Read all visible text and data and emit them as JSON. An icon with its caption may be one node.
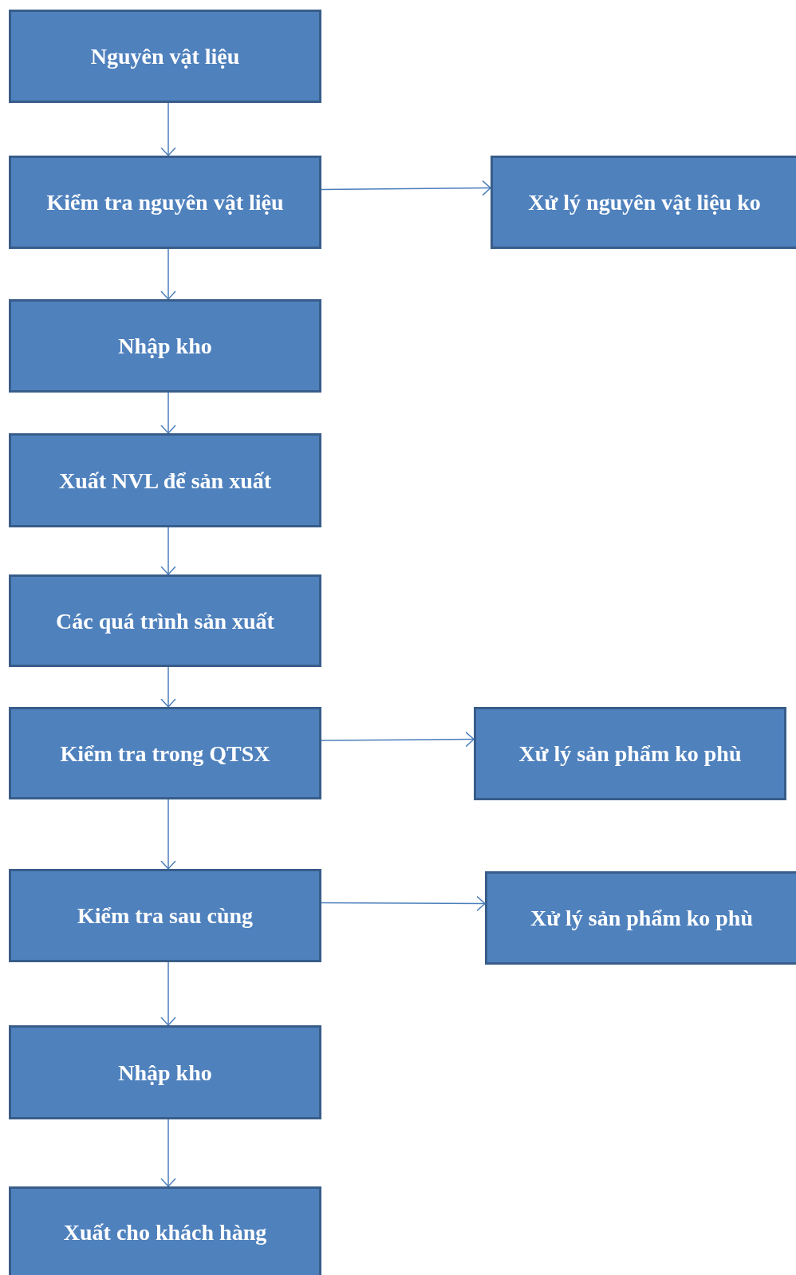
{
  "diagram": {
    "nodes": [
      {
        "text": [
          "Nguyên vật liệu"
        ]
      },
      {
        "text": [
          "Kiểm tra nguyên vật liệu"
        ]
      },
      {
        "text": [
          "Xử lý nguyên vật liệu ko"
        ]
      },
      {
        "text": [
          "Nhập kho"
        ]
      },
      {
        "text": [
          "Xuất NVL để sản xuất"
        ]
      },
      {
        "text": [
          "Các quá trình sản xuất"
        ]
      },
      {
        "text": [
          "Kiểm tra trong QTSX"
        ]
      },
      {
        "text": [
          "Xử lý sản phẩm ko phù"
        ]
      },
      {
        "text": [
          "Kiểm tra sau cùng"
        ]
      },
      {
        "text": [
          "Xử lý sản phẩm ko phù"
        ]
      },
      {
        "text": [
          "Nhập kho"
        ]
      },
      {
        "text": [
          "Xuất cho khách hàng"
        ]
      }
    ],
    "edges": [
      {
        "from": 0,
        "to": 1,
        "arrow": "to"
      },
      {
        "from": 1,
        "to": 2,
        "arrow": "to"
      },
      {
        "from": 1,
        "to": 3,
        "arrow": "to"
      },
      {
        "from": 3,
        "to": 4,
        "arrow": "to"
      },
      {
        "from": 4,
        "to": 5,
        "arrow": "to"
      },
      {
        "from": 5,
        "to": 6,
        "arrow": "to"
      },
      {
        "from": 6,
        "to": 7,
        "arrow": "to"
      },
      {
        "from": 6,
        "to": 8,
        "arrow": "to"
      },
      {
        "from": 8,
        "to": 9,
        "arrow": "to"
      },
      {
        "from": 8,
        "to": 10,
        "arrow": "to"
      },
      {
        "from": 10,
        "to": 11,
        "arrow": "to"
      }
    ]
  }
}
